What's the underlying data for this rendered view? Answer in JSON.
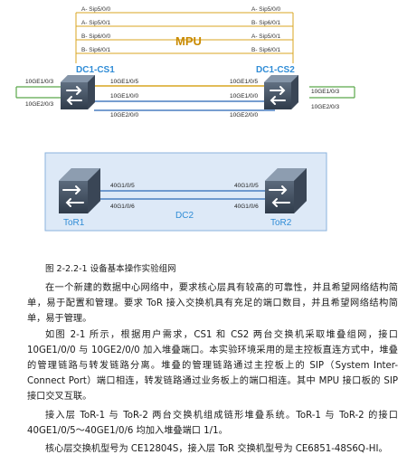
{
  "diagram_top": {
    "mpu_label": "MPU",
    "sip_left": [
      "A- Sip5/0/0",
      "A- Sip5/0/1",
      "B- Sip6/0/0",
      "B- Sip6/0/1"
    ],
    "sip_right": [
      "A- Sip5/0/0",
      "B- Sip6/0/1",
      "A- Sip5/0/1",
      "B- Sip6/0/1"
    ],
    "cs1_label": "DC1-CS1",
    "cs2_label": "DC1-CS2",
    "left_ports": [
      "10GE1/0/3",
      "10GE2/0/3"
    ],
    "right_ports": [
      "10GE1/0/3",
      "10GE2/0/3"
    ],
    "link_ports_left": [
      "10GE1/0/5",
      "10GE1/0/0",
      "10GE2/0/0"
    ],
    "link_ports_right": [
      "10GE1/0/5",
      "10GE1/0/0",
      "10GE2/0/0"
    ]
  },
  "diagram_bottom": {
    "tor1_label": "ToR1",
    "tor2_label": "ToR2",
    "dc2_label": "DC2",
    "left_ports": [
      "40G1/0/5",
      "40G1/0/6"
    ],
    "right_ports": [
      "40G1/0/5",
      "40G1/0/6"
    ]
  },
  "colors": {
    "mpu_text": "#c98a00",
    "label_blue": "#2f8cd6",
    "box_bg": "#dde9f7",
    "box_border": "#8ab2dc",
    "link_yellow": "#d9a520",
    "link_blue": "#4a7fc0",
    "link_green": "#5aa84a"
  },
  "figure_caption": "图 2-2.2-1 设备基本操作实验组网",
  "paragraphs": [
    "在一个新建的数据中心网络中，要求核心层具有较高的可靠性，并且希望网络结构简单，易于配置和管理。要求 ToR 接入交换机具有充足的端口数目，并且希望网络结构简单，易于管理。",
    "如图 2-1 所示，根据用户需求，CS1 和 CS2 两台交换机采取堆叠组网，接口 10GE1/0/0 与 10GE2/0/0 加入堆叠端口。本实验环境采用的是主控板直连方式中，堆叠的管理链路与转发链路分离。堆叠的管理链路通过主控板上的 SIP（System Inter-Connect Port）端口相连，转发链路通过业务板上的端口相连。其中 MPU 接口板的 SIP 接口交叉互联。",
    "接入层 ToR-1 与 ToR-2 两台交换机组成链形堆叠系统。ToR-1 与 ToR-2 的接口 40GE1/0/5～40GE1/0/6 均加入堆叠端口 1/1。",
    "核心层交换机型号为 CE12804S，接入层 ToR 交换机型号为 CE6851-48S6Q-HI。"
  ]
}
